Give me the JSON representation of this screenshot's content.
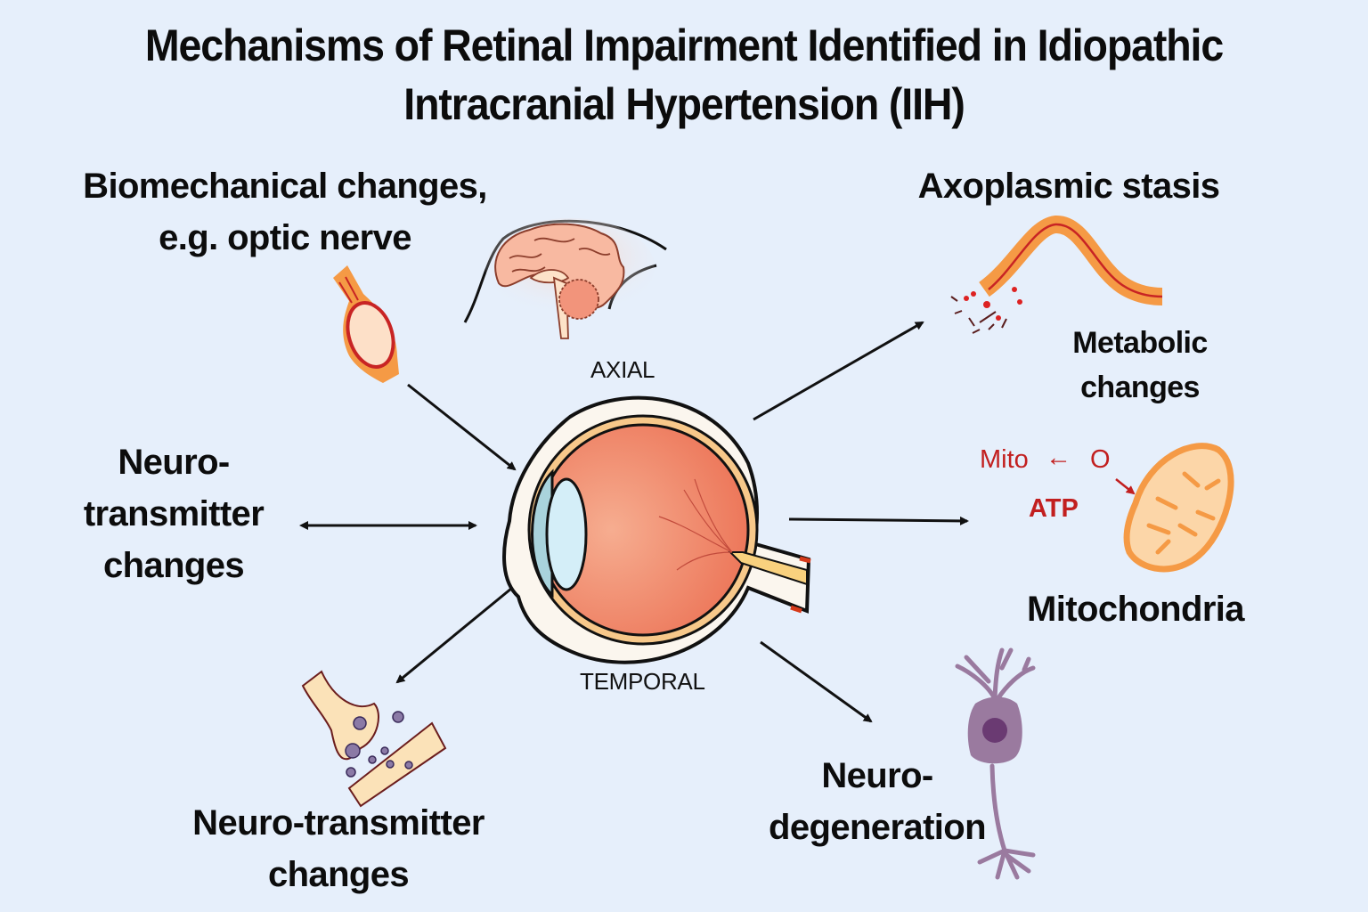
{
  "title": {
    "line1": "Mechanisms of Retinal Impairment Identified in Idiopathic",
    "line2": "Intracranial Hypertension (IIH)"
  },
  "labels": {
    "biomechanical": {
      "line1": "Biomechanical changes,",
      "line2": "e.g. optic nerve"
    },
    "axoplasmic": {
      "line1": "Axoplasmic stasis"
    },
    "metabolic": {
      "line1": "Metabolic",
      "line2": "changes"
    },
    "neurotransmitter_left": {
      "line1": "Neuro-",
      "line2": "transmitter",
      "line3": "changes"
    },
    "mitochondria": {
      "line1": "Mitochondria"
    },
    "neurotransmitter_bottom": {
      "line1": "Neuro-transmitter",
      "line2": "changes"
    },
    "neurodegeneration": {
      "line1": "Neuro-",
      "line2": "degeneration"
    }
  },
  "eye": {
    "top_label": "AXIAL",
    "bottom_label": "TEMPORAL"
  },
  "mito_annotation": {
    "mito": "Mito",
    "arrow": "←",
    "oxygen": "O",
    "atp": "ATP"
  },
  "colors": {
    "background": "#e6effb",
    "accent_red": "#c21f1f",
    "orange": "#f59a45",
    "eye_red": "#ee7a60",
    "neuron_purple": "#9a7a9f",
    "synapse_fill": "#fbe2b8"
  },
  "icons": [
    "optic-nerve-icon",
    "brain-icon",
    "eye-diagram-icon",
    "axon-icon",
    "mitochondrion-icon",
    "synapse-icon",
    "neuron-icon"
  ]
}
